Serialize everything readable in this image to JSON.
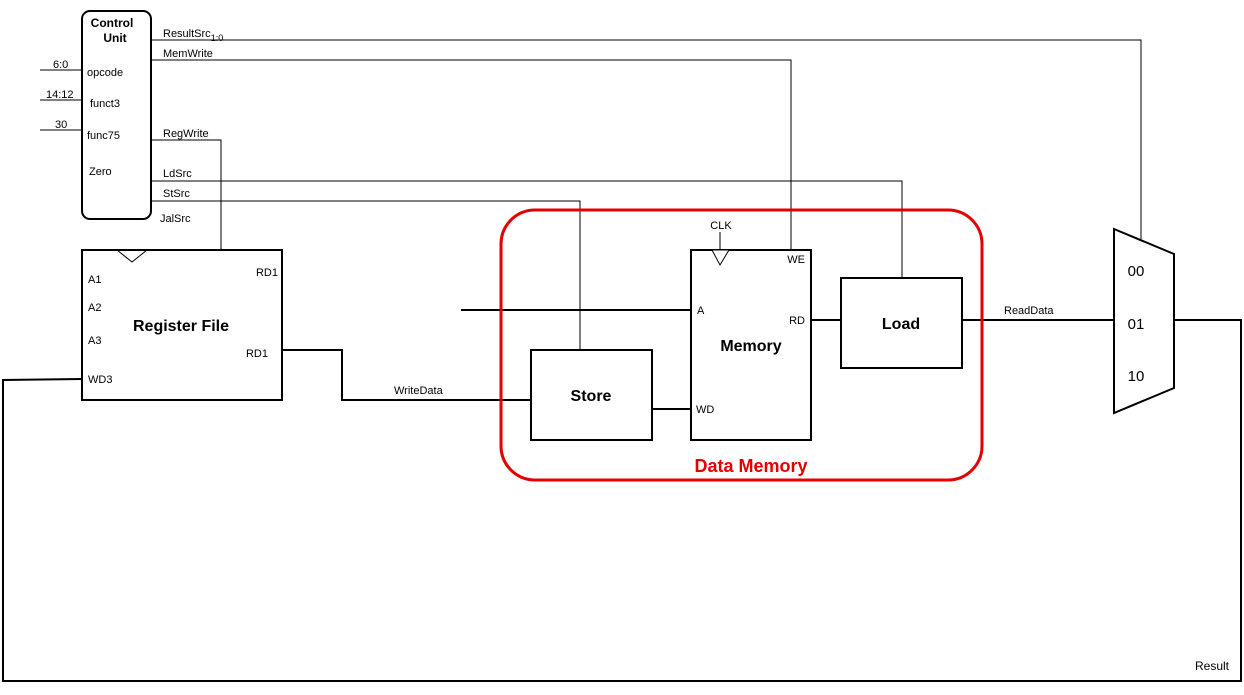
{
  "control_unit": {
    "title_line1": "Control",
    "title_line2": "Unit",
    "inputs": [
      "opcode",
      "funct3",
      "func75",
      "Zero"
    ],
    "input_bits": [
      "6:0",
      "14:12",
      "30"
    ],
    "outputs": {
      "result_src": "ResultSrc",
      "result_src_sub": "1:0",
      "mem_write": "MemWrite",
      "reg_write": "RegWrite",
      "ld_src": "LdSrc",
      "st_src": "StSrc",
      "jal_src": "JalSrc"
    }
  },
  "register_file": {
    "title": "Register File",
    "ports_left": [
      "A1",
      "A2",
      "A3",
      "WD3"
    ],
    "ports_right": [
      "RD1",
      "RD1"
    ]
  },
  "data_memory": {
    "group_label": "Data Memory",
    "group_color": "#e50000",
    "clk": "CLK",
    "memory_title": "Memory",
    "memory_ports": {
      "a": "A",
      "wd": "WD",
      "we": "WE",
      "rd": "RD"
    },
    "store_title": "Store",
    "load_title": "Load"
  },
  "mux": {
    "inputs": [
      "00",
      "01",
      "10"
    ]
  },
  "signals": {
    "write_data": "WriteData",
    "read_data": "ReadData",
    "result": "Result"
  }
}
